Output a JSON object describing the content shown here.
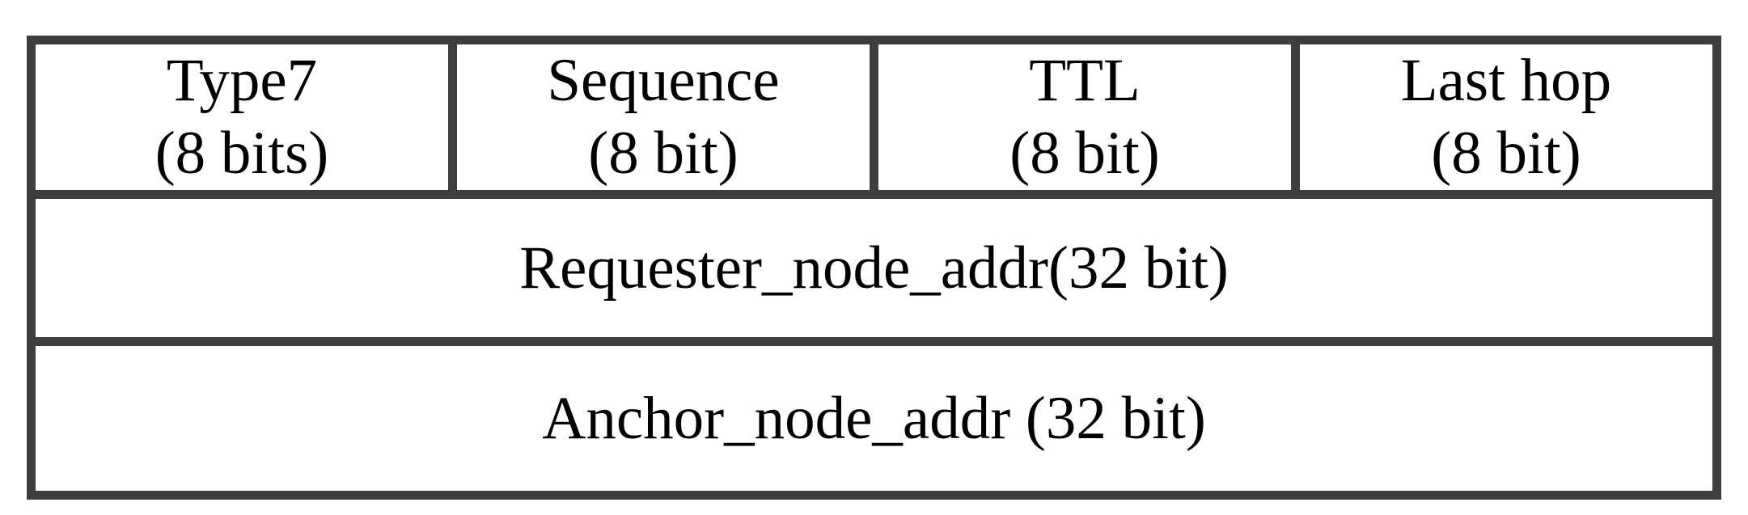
{
  "figure": {
    "kind": "packet-format-diagram",
    "colors": {
      "border": "#3e3e3e",
      "background": "#ffffff",
      "text": "#000000"
    },
    "header_row": [
      {
        "name": "Type7",
        "size": "(8 bits)"
      },
      {
        "name": "Sequence",
        "size": "(8 bit)"
      },
      {
        "name": "TTL",
        "size": "(8 bit)"
      },
      {
        "name": "Last hop",
        "size": "(8 bit)"
      }
    ],
    "full_rows": [
      {
        "label": "Requester_node_addr(32 bit)"
      },
      {
        "label": "Anchor_node_addr (32 bit)"
      }
    ]
  }
}
